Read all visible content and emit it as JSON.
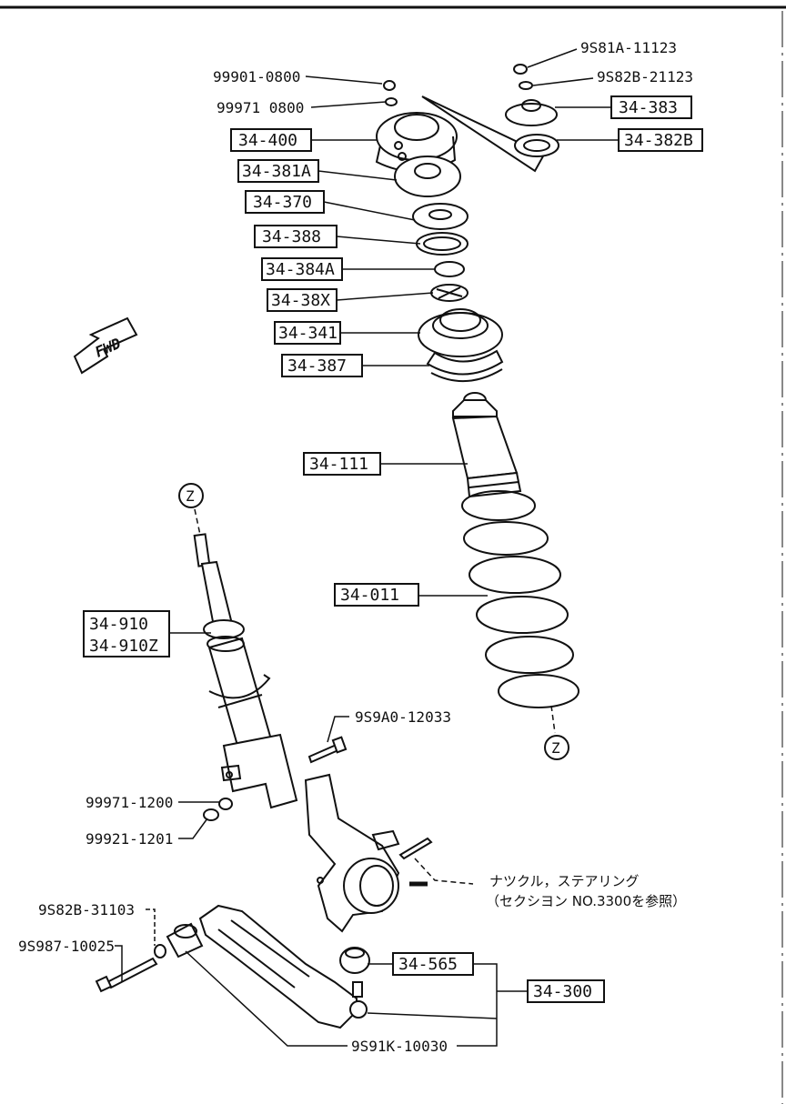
{
  "diagram": {
    "fwd_label": "FWD",
    "z_marker": "Z",
    "note": {
      "line1": "ナツクル，ステアリング",
      "line2": "（セクシヨン NO.3300を参照）"
    },
    "plain_labels": {
      "p_9s81a": "9S81A-11123",
      "p_9s82b_a": "9S82B-21123",
      "p_99901": "99901-0800",
      "p_99971a": "99971 0800",
      "p_9s9a0": "9S9A0-12033",
      "p_99971b": "99971-1200",
      "p_99921": "99921-1201",
      "p_9s82b_b": "9S82B-31103",
      "p_9s987": "9S987-10025",
      "p_9s91k": "9S91K-10030"
    },
    "boxed_labels": {
      "b_34383": "34-383",
      "b_34382b": "34-382B",
      "b_34400": "34-400",
      "b_34381a": "34-381A",
      "b_34370": "34-370",
      "b_34388": "34-388",
      "b_34384a": "34-384A",
      "b_3438x": "34-38X",
      "b_34341": "34-341",
      "b_34387": "34-387",
      "b_34111": "34-111",
      "b_34011": "34-011",
      "b_34910": "34-910",
      "b_34910z": "34-910Z",
      "b_34565": "34-565",
      "b_34300": "34-300"
    }
  }
}
